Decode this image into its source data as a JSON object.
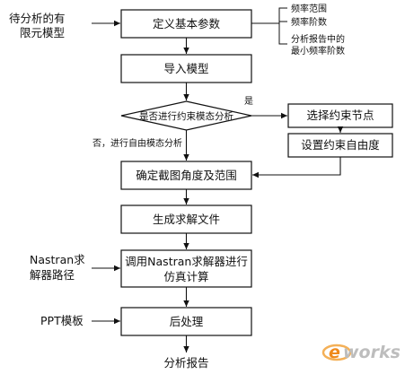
{
  "diagram": {
    "nodes": {
      "define_params": "定义基本参数",
      "import_model": "导入模型",
      "decision": "是否进行约束模态分析",
      "select_nodes": "选择约束节点",
      "set_dof": "设置约束自由度",
      "set_view": "确定截图角度及范围",
      "gen_solve_file": "生成求解文件",
      "call_solver_line1": "调用Nastran求解器进行",
      "call_solver_line2": "仿真计算",
      "post_process": "后处理"
    },
    "inputs": {
      "fem_model_line1": "待分析的有",
      "fem_model_line2": "限元模型",
      "nastran_path_line1": "Nastran求",
      "nastran_path_line2": "解器路径",
      "ppt_template": "PPT模板"
    },
    "params": {
      "freq_range": "频率范围",
      "freq_order": "频率阶数",
      "min_order_line1": "分析报告中的",
      "min_order_line2": "最小频率阶数"
    },
    "edge_labels": {
      "yes": "是",
      "no": "否，进行自由模态分析"
    },
    "output": "分析报告",
    "watermark": {
      "prefix": "e",
      "suffix": "works"
    }
  }
}
